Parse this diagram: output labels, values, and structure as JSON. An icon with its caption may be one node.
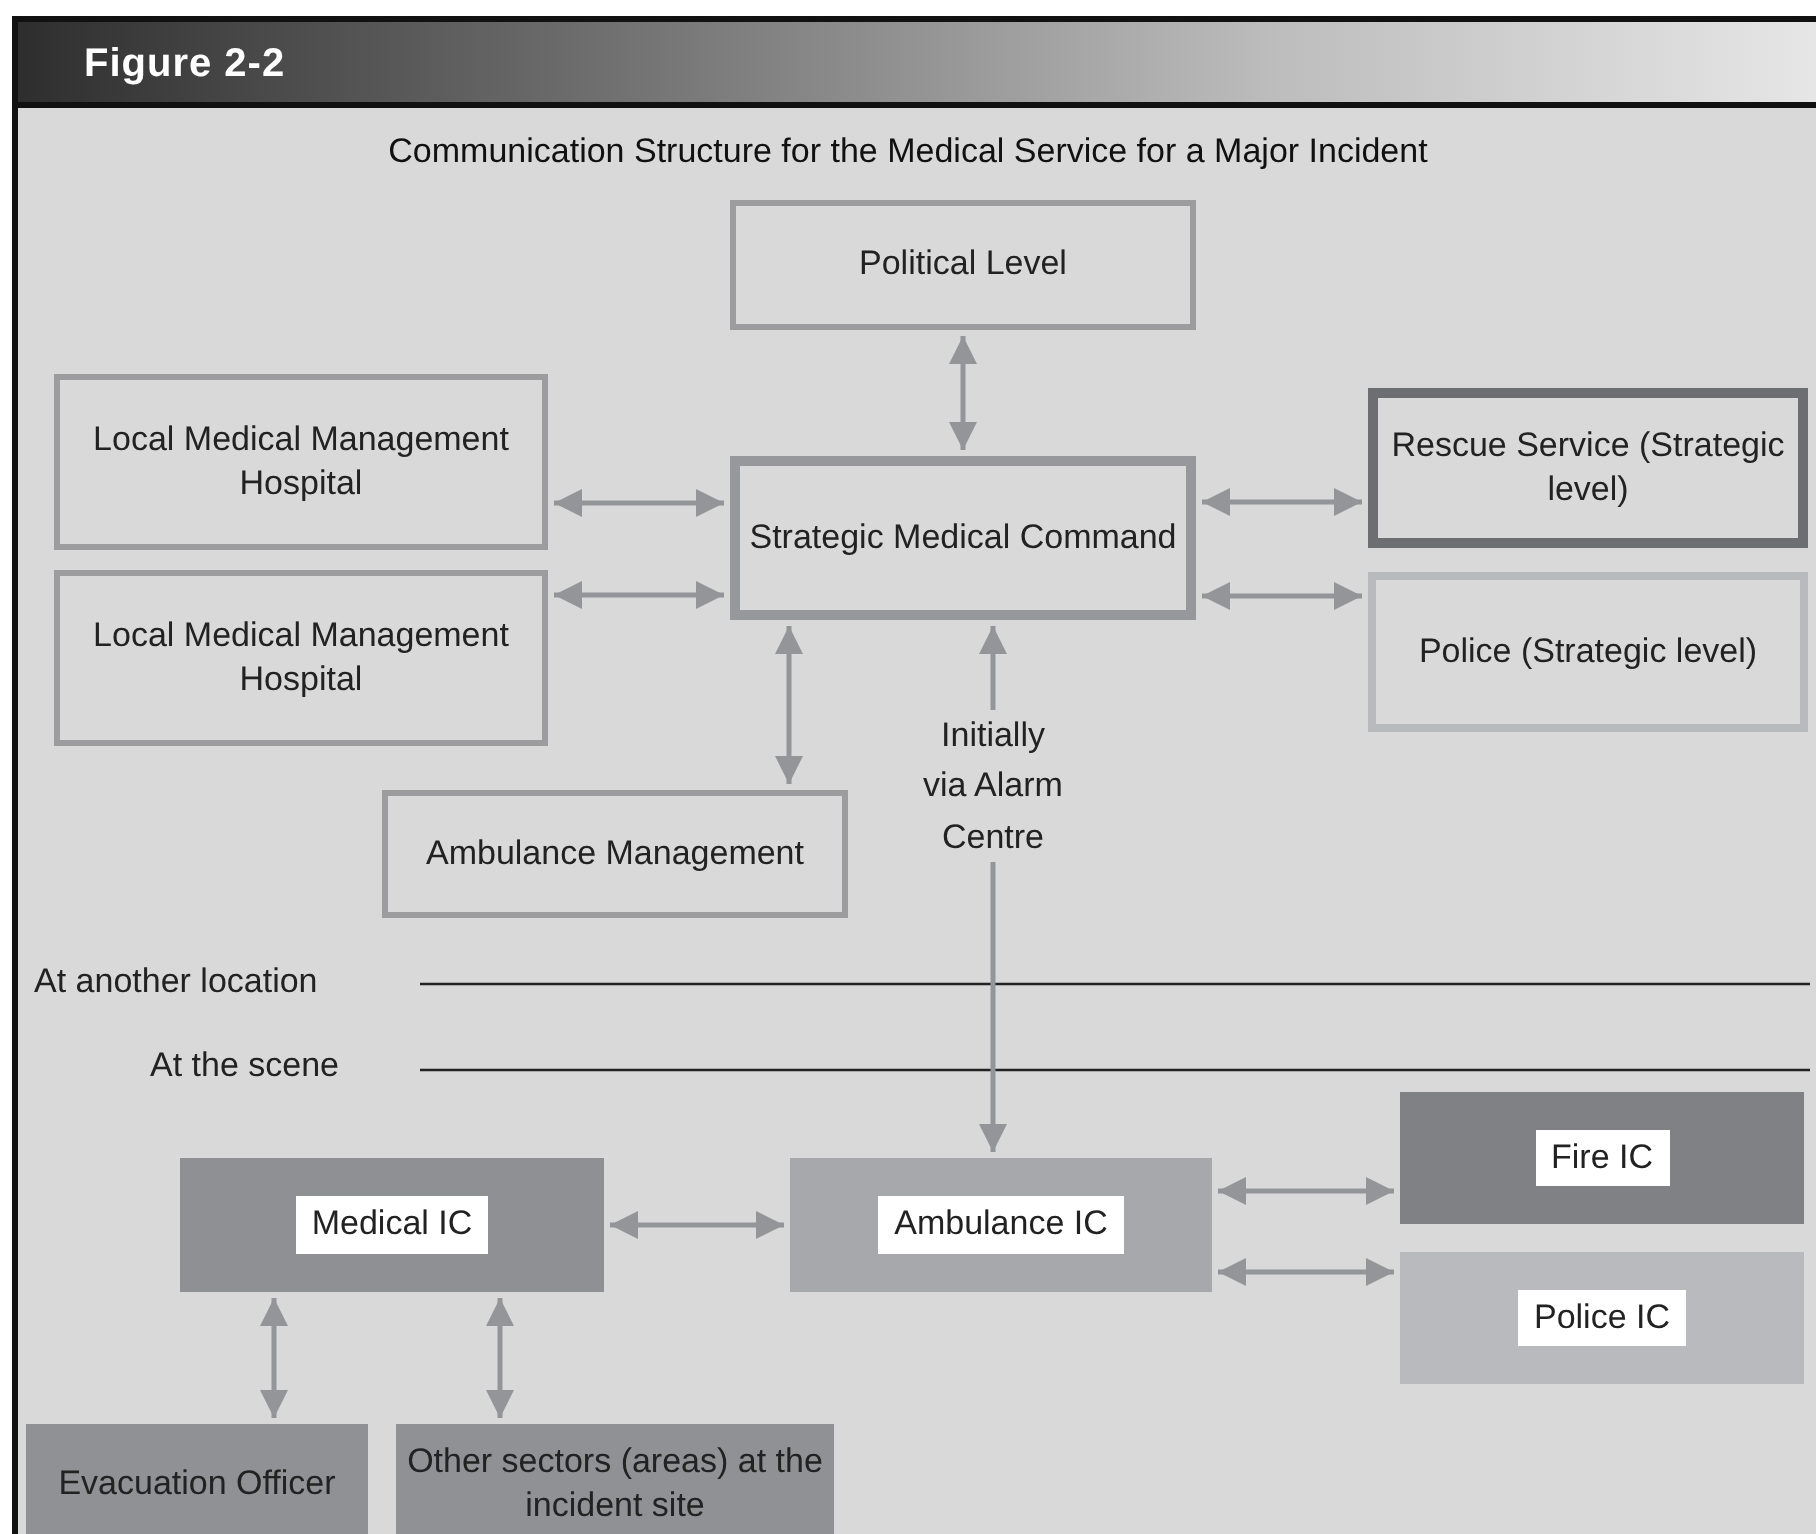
{
  "diagram": {
    "title": "Communication Structure for the Medical Service for a Major Incident",
    "nodes": [
      {
        "text": [
          "Political Level"
        ]
      },
      {
        "text": [
          "Local Medical Management Hospital"
        ]
      },
      {
        "text": [
          "Local Medical Management Hospital"
        ]
      },
      {
        "text": [
          "Strategic Medical Command"
        ]
      },
      {
        "text": [
          "Rescue Service (Strategic level)"
        ]
      },
      {
        "text": [
          "Police (Strategic level)"
        ]
      },
      {
        "text": [
          "Ambulance Management"
        ]
      },
      {
        "text": [
          "Medical IC"
        ]
      },
      {
        "text": [
          "Ambulance IC"
        ]
      },
      {
        "text": [
          "Fire IC"
        ]
      },
      {
        "text": [
          "Police IC"
        ]
      },
      {
        "text": [
          "Evacuation Officer"
        ]
      },
      {
        "text": [
          "Other sectors (areas) at the incident site"
        ]
      }
    ],
    "edges": [
      {
        "from": 0,
        "to": 3,
        "arrow": "both"
      },
      {
        "from": 1,
        "to": 3,
        "arrow": "both"
      },
      {
        "from": 2,
        "to": 3,
        "arrow": "both"
      },
      {
        "from": 3,
        "to": 4,
        "arrow": "both"
      },
      {
        "from": 3,
        "to": 5,
        "arrow": "both"
      },
      {
        "from": 6,
        "to": 3,
        "arrow": "both"
      },
      {
        "from": 8,
        "to": 3,
        "arrow": "both",
        "label": "Initially via Alarm Centre"
      },
      {
        "from": 7,
        "to": 8,
        "arrow": "both"
      },
      {
        "from": 8,
        "to": 9,
        "arrow": "both"
      },
      {
        "from": 8,
        "to": 10,
        "arrow": "both"
      },
      {
        "from": 7,
        "to": 11,
        "arrow": "both"
      },
      {
        "from": 7,
        "to": 12,
        "arrow": "both"
      }
    ],
    "labels": [
      "Figure 2-2",
      "At another location",
      "At the scene"
    ]
  }
}
